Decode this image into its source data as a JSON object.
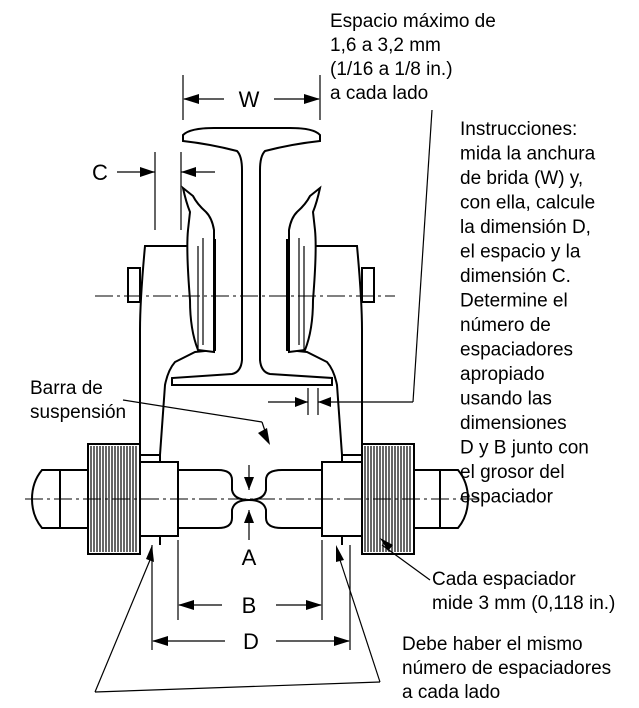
{
  "labels": {
    "gap_note": [
      "Espacio máximo de",
      "1,6 a 3,2 mm",
      "(1/16 a 1/8 in.)",
      "a cada lado"
    ],
    "instructions": [
      "Instrucciones:",
      "mida la anchura",
      "de brida (W) y,",
      "con ella, calcule",
      "la dimensión D,",
      "el espacio y la",
      "dimensión C.",
      "Determine el",
      "número de",
      "espaciadores",
      "apropiado",
      "usando las",
      "dimensiones",
      "D y B junto con",
      "el grosor del",
      "espaciador"
    ],
    "bar": [
      "Barra de",
      "suspensión"
    ],
    "spacer": [
      "Cada espaciador",
      "mide 3 mm (0,118 in.)"
    ],
    "equal": [
      "Debe haber el mismo",
      "número de espaciadores",
      "a cada lado"
    ]
  },
  "dimensions": {
    "w": "W",
    "c": "C",
    "a": "A",
    "b": "B",
    "d": "D"
  }
}
